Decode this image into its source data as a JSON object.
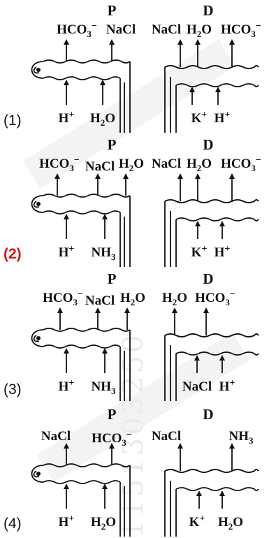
{
  "watermark": "1151303250",
  "options": [
    {
      "number": "(1)",
      "highlight": false,
      "segment_left": "P",
      "segment_right": "D",
      "left_top": [
        "HCO3−",
        "NaCl"
      ],
      "left_bottom": [
        "H+",
        "H2O"
      ],
      "right_top": [
        "NaCl",
        "H2O",
        "HCO3−"
      ],
      "right_bottom": [
        "K+",
        "H+"
      ]
    },
    {
      "number": "(2)",
      "highlight": true,
      "segment_left": "P",
      "segment_right": "D",
      "left_top": [
        "HCO3−",
        "NaCl",
        "H2O"
      ],
      "left_bottom": [
        "H+",
        "NH3"
      ],
      "right_top": [
        "NaCl",
        "H2O",
        "HCO3−"
      ],
      "right_bottom": [
        "K+",
        "H+"
      ]
    },
    {
      "number": "(3)",
      "highlight": false,
      "segment_left": "P",
      "segment_right": "D",
      "left_top": [
        "HCO3−",
        "NaCl",
        "H2O"
      ],
      "left_bottom": [
        "H+",
        "NH3"
      ],
      "right_top": [
        "H2O",
        "HCO3−"
      ],
      "right_bottom": [
        "NaCl",
        "H+"
      ]
    },
    {
      "number": "(4)",
      "highlight": false,
      "segment_left": "P",
      "segment_right": "D",
      "left_top": [
        "NaCl",
        "HCO3−"
      ],
      "left_bottom": [
        "H+",
        "H2O"
      ],
      "right_top": [
        "NaCl",
        "NH3"
      ],
      "right_bottom": [
        "K+",
        "H2O"
      ]
    }
  ]
}
